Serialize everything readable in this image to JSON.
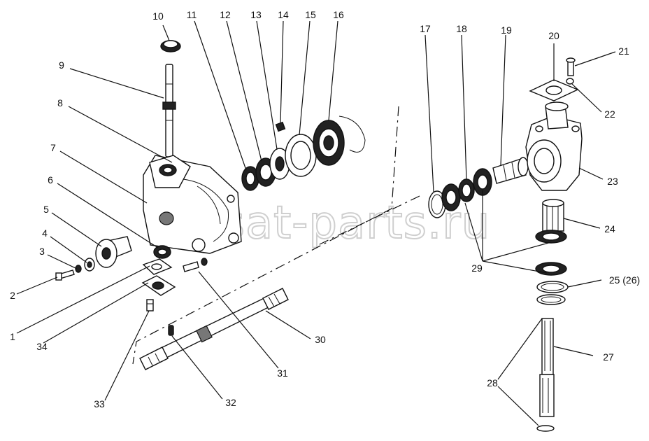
{
  "watermark": "ansat-parts.ru",
  "callouts": [
    {
      "id": "c1",
      "text": "1"
    },
    {
      "id": "c2",
      "text": "2"
    },
    {
      "id": "c3",
      "text": "3"
    },
    {
      "id": "c4",
      "text": "4"
    },
    {
      "id": "c5",
      "text": "5"
    },
    {
      "id": "c6",
      "text": "6"
    },
    {
      "id": "c7",
      "text": "7"
    },
    {
      "id": "c8",
      "text": "8"
    },
    {
      "id": "c9",
      "text": "9"
    },
    {
      "id": "c10",
      "text": "10"
    },
    {
      "id": "c11",
      "text": "11"
    },
    {
      "id": "c12",
      "text": "12"
    },
    {
      "id": "c13",
      "text": "13"
    },
    {
      "id": "c14",
      "text": "14"
    },
    {
      "id": "c15",
      "text": "15"
    },
    {
      "id": "c16",
      "text": "16"
    },
    {
      "id": "c17",
      "text": "17"
    },
    {
      "id": "c18",
      "text": "18"
    },
    {
      "id": "c19",
      "text": "19"
    },
    {
      "id": "c20",
      "text": "20"
    },
    {
      "id": "c21",
      "text": "21"
    },
    {
      "id": "c22",
      "text": "22"
    },
    {
      "id": "c23",
      "text": "23"
    },
    {
      "id": "c24",
      "text": "24"
    },
    {
      "id": "c25",
      "text": "25 (26)"
    },
    {
      "id": "c27",
      "text": "27"
    },
    {
      "id": "c28",
      "text": "28"
    },
    {
      "id": "c29",
      "text": "29"
    },
    {
      "id": "c30",
      "text": "30"
    },
    {
      "id": "c31",
      "text": "31"
    },
    {
      "id": "c32",
      "text": "32"
    },
    {
      "id": "c33",
      "text": "33"
    },
    {
      "id": "c34",
      "text": "34"
    }
  ]
}
